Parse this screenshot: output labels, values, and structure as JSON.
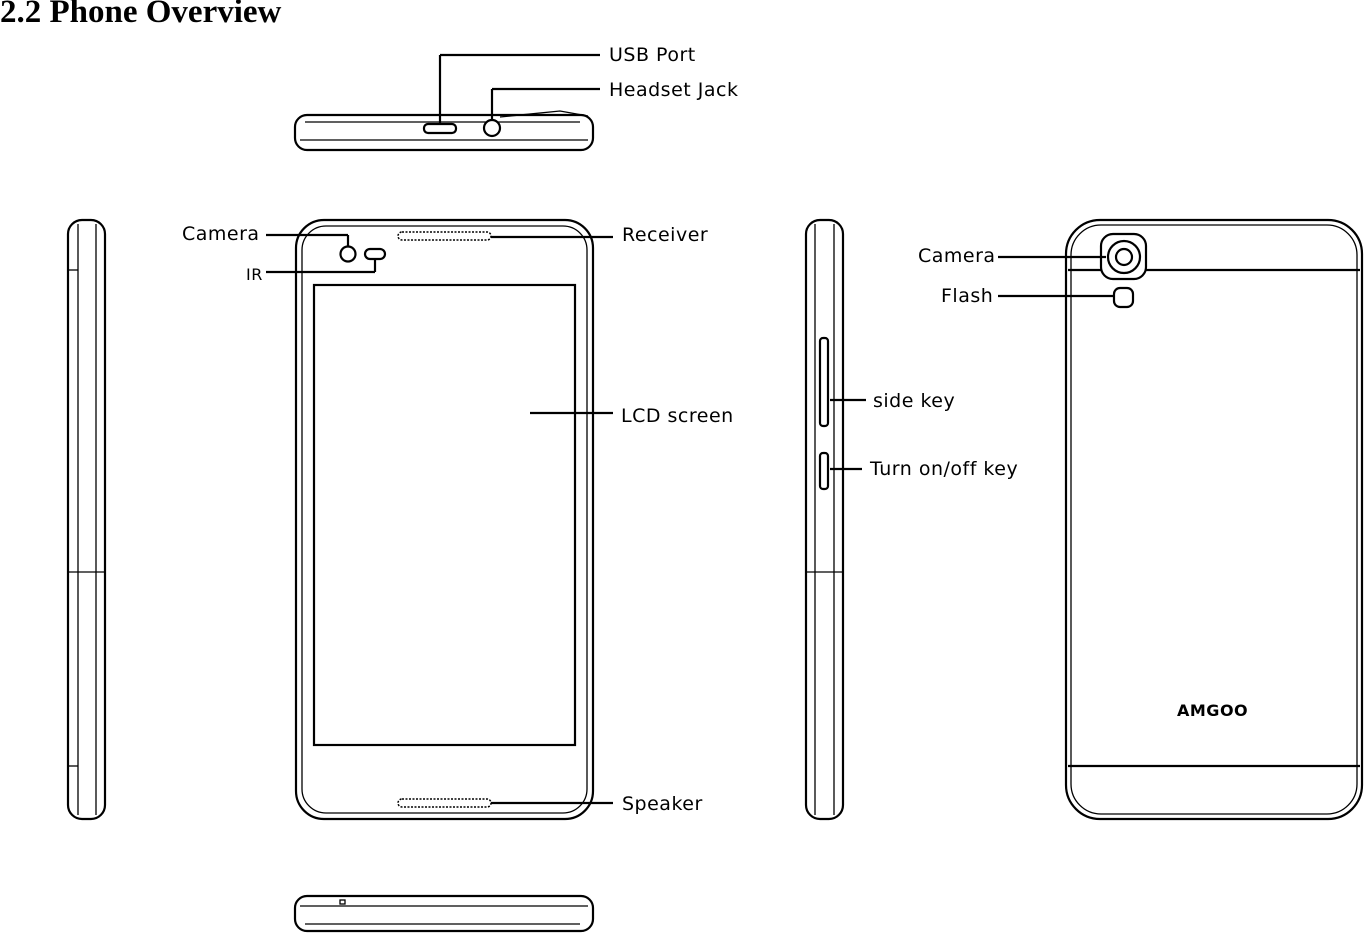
{
  "heading": "2.2 Phone Overview",
  "labels": {
    "usb_port": "USB  Port",
    "headset_jack": "Headset  Jack",
    "front_camera": "Camera",
    "ir": "IR",
    "receiver": "Receiver",
    "lcd_screen": "LCD  screen",
    "speaker": "Speaker",
    "side_key": "side key",
    "power_key": "Turn on/off key",
    "rear_camera": "Camera",
    "flash": "Flash"
  },
  "brand": "AMGOO"
}
